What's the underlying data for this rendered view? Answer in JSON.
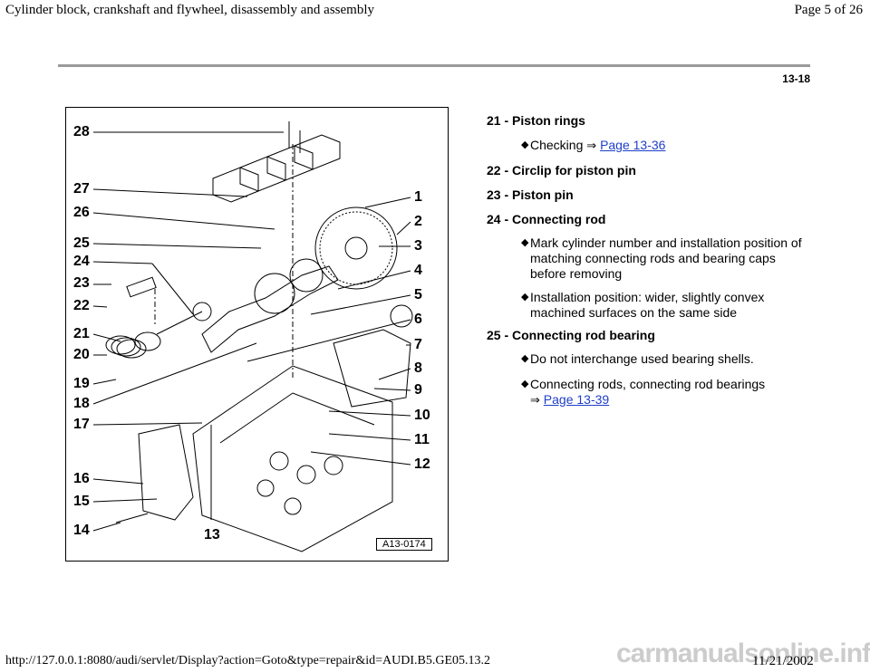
{
  "header": {
    "title": "Cylinder block, crankshaft and flywheel, disassembly and assembly",
    "page": "Page 5 of 26"
  },
  "section_number": "13-18",
  "figure": {
    "code": "A13-0174",
    "callouts_left": [
      "28",
      "27",
      "26",
      "25",
      "24",
      "23",
      "22",
      "21",
      "20",
      "19",
      "18",
      "17",
      "16",
      "15",
      "14"
    ],
    "callouts_right": [
      "1",
      "2",
      "3",
      "4",
      "5",
      "6",
      "7",
      "8",
      "9",
      "10",
      "11",
      "12"
    ],
    "callout_bottom": "13"
  },
  "items": [
    {
      "label": "21 - Piston rings",
      "bullets": [
        {
          "text": "Checking",
          "arrow": "⇒",
          "link": "Page 13-36"
        }
      ]
    },
    {
      "label": "22 - Circlip for piston pin"
    },
    {
      "label": "23 - Piston pin"
    },
    {
      "label": "24 - Connecting rod",
      "bullets": [
        {
          "text": "Mark cylinder number and installation position of matching connecting rods and bearing caps before removing"
        },
        {
          "text": "Installation position: wider, slightly convex machined surfaces on the same side"
        }
      ]
    },
    {
      "label": "25 - Connecting rod bearing",
      "bullets": [
        {
          "text": "Do not interchange used bearing shells."
        },
        {
          "text": "Connecting rods, connecting rod bearings",
          "arrow": "⇒",
          "link": "Page 13-39"
        }
      ]
    }
  ],
  "footer": {
    "url": "http://127.0.0.1:8080/audi/servlet/Display?action=Goto&type=repair&id=AUDI.B5.GE05.13.2",
    "date": "11/21/2002"
  },
  "watermark": "carmanualsonline.info"
}
